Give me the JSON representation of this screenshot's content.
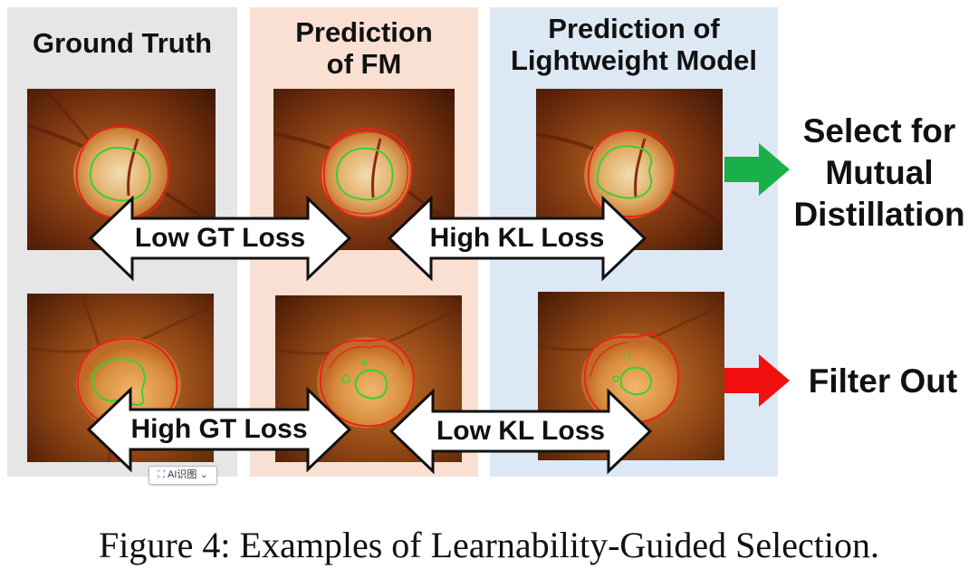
{
  "columns": {
    "ground_truth": "Ground Truth",
    "fm": "Prediction\nof FM",
    "lightweight": "Prediction of\nLightweight Model"
  },
  "rows": {
    "top": {
      "left_arrow_label": "Low GT Loss",
      "right_arrow_label": "High KL Loss",
      "outcome_label": "Select for\nMutual\nDistillation",
      "outcome_color": "#19b04a"
    },
    "bottom": {
      "left_arrow_label": "High GT Loss",
      "right_arrow_label": "Low KL Loss",
      "outcome_label": "Filter Out",
      "outcome_color": "#f01010"
    }
  },
  "widget": {
    "label": "AI识图",
    "icon": "scan-icon"
  },
  "caption": "Figure 4: Examples of Learnability-Guided Selection.",
  "colors": {
    "gt_panel": "#e6e6e6",
    "fm_panel": "#f9e0d2",
    "lightweight_panel": "#dde8f5",
    "disc_contour": "#e8231b",
    "cup_contour": "#39d12a"
  }
}
